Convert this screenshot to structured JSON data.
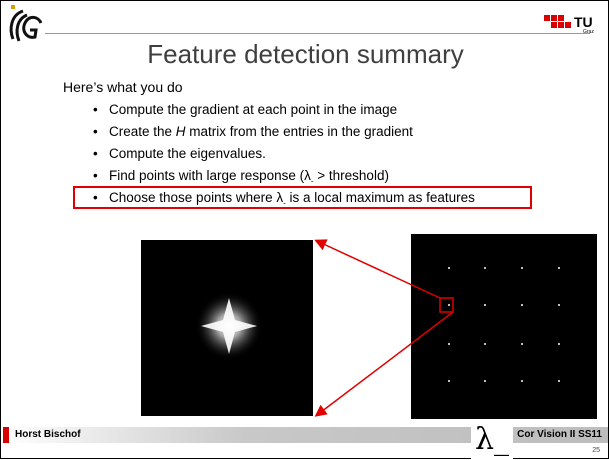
{
  "slide": {
    "title": "Feature detection summary",
    "intro": "Here’s what you do",
    "bullets": [
      {
        "pre": "Compute the gradient at each point in the image",
        "em": "",
        "post": ""
      },
      {
        "pre": "Create the ",
        "em": "H",
        "post": " matrix from the entries in the gradient"
      },
      {
        "pre": "Compute the eigenvalues.",
        "em": "",
        "post": ""
      },
      {
        "pre": "Find points with large response (λ",
        "em": "",
        "post": " > threshold)"
      },
      {
        "pre": "Choose those points where λ",
        "em": "",
        "post": " is a local maximum as features"
      }
    ]
  },
  "logos": {
    "left": "tug-icg-logo",
    "right": "tu-graz-logo",
    "right_text": "TU",
    "right_sub": "Graz"
  },
  "colors": {
    "highlight": "#e00000",
    "title": "#3f3f3f",
    "footer_accent": "#d90000"
  },
  "footer": {
    "author": "Horst Bischof",
    "course": "Cor    Vision II SS11",
    "page": "25"
  },
  "overlay": {
    "symbol": "λ_"
  },
  "figures": {
    "left": "lambda-minus-response-image",
    "right": "local-maxima-grid-image",
    "grid_rows": 4,
    "grid_cols": 4
  }
}
